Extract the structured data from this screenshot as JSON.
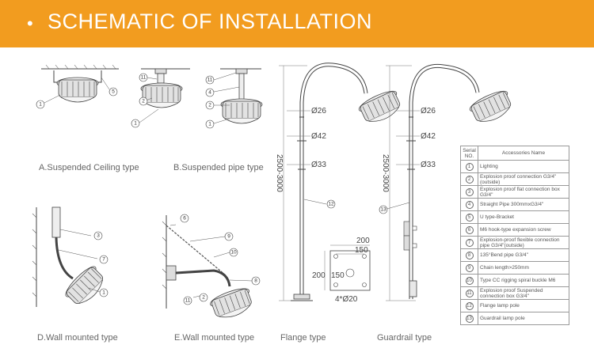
{
  "header": {
    "bullet": "•",
    "title": "SCHEMATIC OF INSTALLATION"
  },
  "captions": {
    "a": "A.Suspended Ceiling type",
    "b": "B.Suspended pipe type",
    "d": "D.Wall mounted type",
    "e": "E.Wall mounted type",
    "flange": "Flange type",
    "guardrail": "Guardrail type"
  },
  "dimensions": {
    "d26": "Ø26",
    "d42": "Ø42",
    "d33": "Ø33",
    "height": "2500-3000",
    "w200": "200",
    "w150": "150",
    "h200": "200",
    "h150": "150",
    "holes": "4*Ø20"
  },
  "callouts": [
    "1",
    "2",
    "3",
    "4",
    "5",
    "6",
    "7",
    "8",
    "9",
    "10",
    "11",
    "12",
    "13"
  ],
  "table": {
    "header_serial": "Serial NO.",
    "header_name": "Accessories Name",
    "rows": [
      {
        "no": "1",
        "name": "Lighting"
      },
      {
        "no": "2",
        "name": "Explosion proof connection G3/4\"(outside)"
      },
      {
        "no": "3",
        "name": "Explosion proof flat connection box G3/4\""
      },
      {
        "no": "4",
        "name": "Straight Pipe 300mmxG3/4\""
      },
      {
        "no": "5",
        "name": "U type-Bracket"
      },
      {
        "no": "6",
        "name": "M6 hook-type expansion screw"
      },
      {
        "no": "7",
        "name": "Explosion-proof flexible connection pipe G3/4\"(outside)"
      },
      {
        "no": "8",
        "name": "135°Bend pipe G3/4\""
      },
      {
        "no": "9",
        "name": "Chain length>250mm"
      },
      {
        "no": "10",
        "name": "Type CC rigging spiral buckle M6"
      },
      {
        "no": "11",
        "name": "Explosion proof Suspended connection box G3/4\""
      },
      {
        "no": "12",
        "name": "Flange lamp pole"
      },
      {
        "no": "13",
        "name": "Guardrail lamp pole"
      }
    ]
  }
}
